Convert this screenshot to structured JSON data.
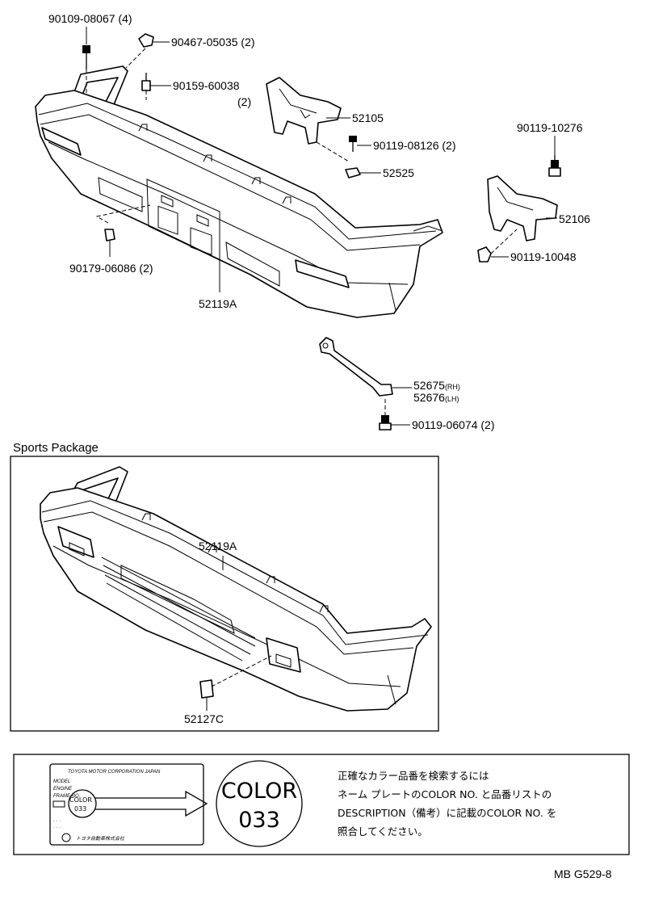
{
  "main_labels": [
    {
      "id": "9010908067",
      "text": "90109-08067",
      "qty": "(4)"
    },
    {
      "id": "9046705035",
      "text": "90467-05035",
      "qty": "(2)"
    },
    {
      "id": "9015960038",
      "text": "90159-60038",
      "qty": "(2)"
    },
    {
      "id": "52105",
      "text": "52105",
      "qty": ""
    },
    {
      "id": "9011908126",
      "text": "90119-08126",
      "qty": "(2)"
    },
    {
      "id": "52525",
      "text": "52525",
      "qty": ""
    },
    {
      "id": "9011910276",
      "text": "90119-10276",
      "qty": ""
    },
    {
      "id": "52106",
      "text": "52106",
      "qty": ""
    },
    {
      "id": "9011910048",
      "text": "90119-10048",
      "qty": ""
    },
    {
      "id": "9017906086",
      "text": "90179-06086",
      "qty": "(2)"
    },
    {
      "id": "52119A",
      "text": "52119A",
      "qty": ""
    },
    {
      "id": "52675",
      "text": "52675",
      "qty": "(RH)"
    },
    {
      "id": "52676",
      "text": "52676",
      "qty": "(LH)"
    },
    {
      "id": "9011906074",
      "text": "90119-06074",
      "qty": "(2)"
    }
  ],
  "sports_package": {
    "title": "Sports Package",
    "labels": [
      {
        "id": "sp52119A",
        "text": "52119A"
      },
      {
        "id": "sp52127C",
        "text": "52127C"
      }
    ]
  },
  "color_note": {
    "plate_header": "TOYOTA MOTOR CORPORATION JAPAN",
    "plate_rows": [
      "MODEL",
      "ENGINE",
      "FRAME NO."
    ],
    "plate_color_word": "COLOR",
    "plate_color_code": "033",
    "plate_footer": "トヨタ自動車株式会社",
    "circle_word": "COLOR",
    "circle_code": "033",
    "lines": [
      "正確なカラー品番を検索するには",
      "ネーム プレートのCOLOR NO. と品番リストの",
      "DESCRIPTION（備考）に記載のCOLOR NO. を",
      "照合してください。"
    ]
  },
  "footer_code": "MB G529-8"
}
